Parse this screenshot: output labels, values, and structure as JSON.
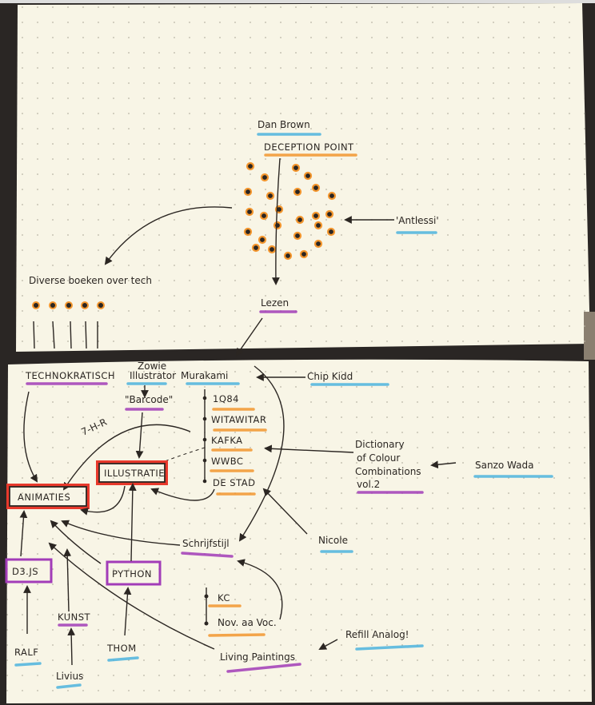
{
  "colors": {
    "paper": "#f8f5e6",
    "ink": "#2b2622",
    "blue": "#4db4de",
    "purple": "#a23cb8",
    "orange": "#f3962e",
    "red": "#e8392c"
  },
  "top_page": {
    "author": "Dan Brown",
    "book": "DECEPTION POINT",
    "quote": "'Antlessi'",
    "tech_books": "Diverse boeken over tech",
    "reading": "Lezen"
  },
  "bottom_page": {
    "technocratic": "TECHNOKRATISCH",
    "illustrator_line1": "Zowie",
    "illustrator_line2": "Illustrator",
    "murakami": "Murakami",
    "chip_kidd": "Chip Kidd",
    "barcode": "\"Barcode\"",
    "murakami_books": [
      "1Q84",
      "WITAWITAR",
      "KAFKA",
      "WWBC",
      "DE STAD"
    ],
    "link_label": "7-H-R",
    "illustratie": "ILLUSTRATIE",
    "animaties": "ANIMATIES",
    "dictionary": [
      "Dictionary",
      "of Colour",
      "Combinations",
      "vol.2"
    ],
    "sanzo_wada": "Sanzo Wada",
    "schrijfstijl": "Schrijfstijl",
    "nicole": "Nicole",
    "d3js": "D3.JS",
    "python": "PYTHON",
    "kunst": "KUNST",
    "ralf": "RALF",
    "livius": "Livius",
    "thom": "THOM",
    "kc": "KC",
    "nov": "Nov. aa Voc.",
    "living_paintings": "Living Paintings",
    "refill": "Refill Analog!"
  }
}
